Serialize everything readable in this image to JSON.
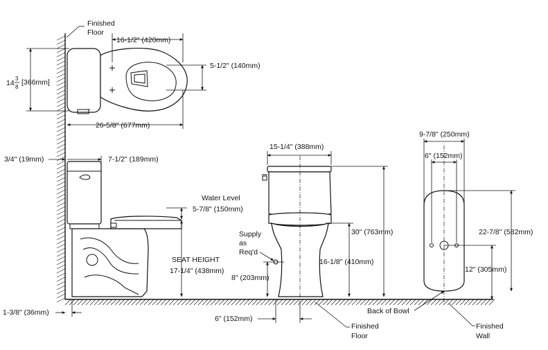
{
  "labels": {
    "finished_floor_top": [
      "Finished",
      "Floor"
    ],
    "top_width": "16-1/2\" (420mm)",
    "bolt_spacing": "5-1/2\" (140mm)",
    "depth_whole": "14",
    "depth_num": "3",
    "depth_den": "8",
    "depth_mm": "[366mm]",
    "overall_length": "26-5/8\" (677mm)",
    "wall_gap": "3/4\" (19mm)",
    "tank_depth": "7-1/2\" (189mm)",
    "water_level": [
      "Water Level",
      "5-7/8\" (150mm)"
    ],
    "seat_height": [
      "SEAT HEIGHT",
      "17-1/4\" (438mm)"
    ],
    "base_gap": "1-3/8\" (36mm)",
    "tank_width": "15-1/4\" (388mm)",
    "supply": [
      "Supply",
      "as",
      "Req'd"
    ],
    "supply_height": "8\" (203mm)",
    "rim_height": "16-1/8\" (410mm)",
    "overall_height": "30\" (763mm)",
    "supply_offset": "6\" (152mm)",
    "finished_floor_bottom": [
      "Finished",
      "Floor"
    ],
    "rear_width": "9-7/8\" (250mm)",
    "rear_inner": "6\" (152mm)",
    "rear_height": "22-7/8\" (582mm)",
    "rough_in": "12\" (305mm)",
    "back_of_bowl": "Back of Bowl",
    "finished_wall": [
      "Finished",
      "Wall"
    ]
  }
}
